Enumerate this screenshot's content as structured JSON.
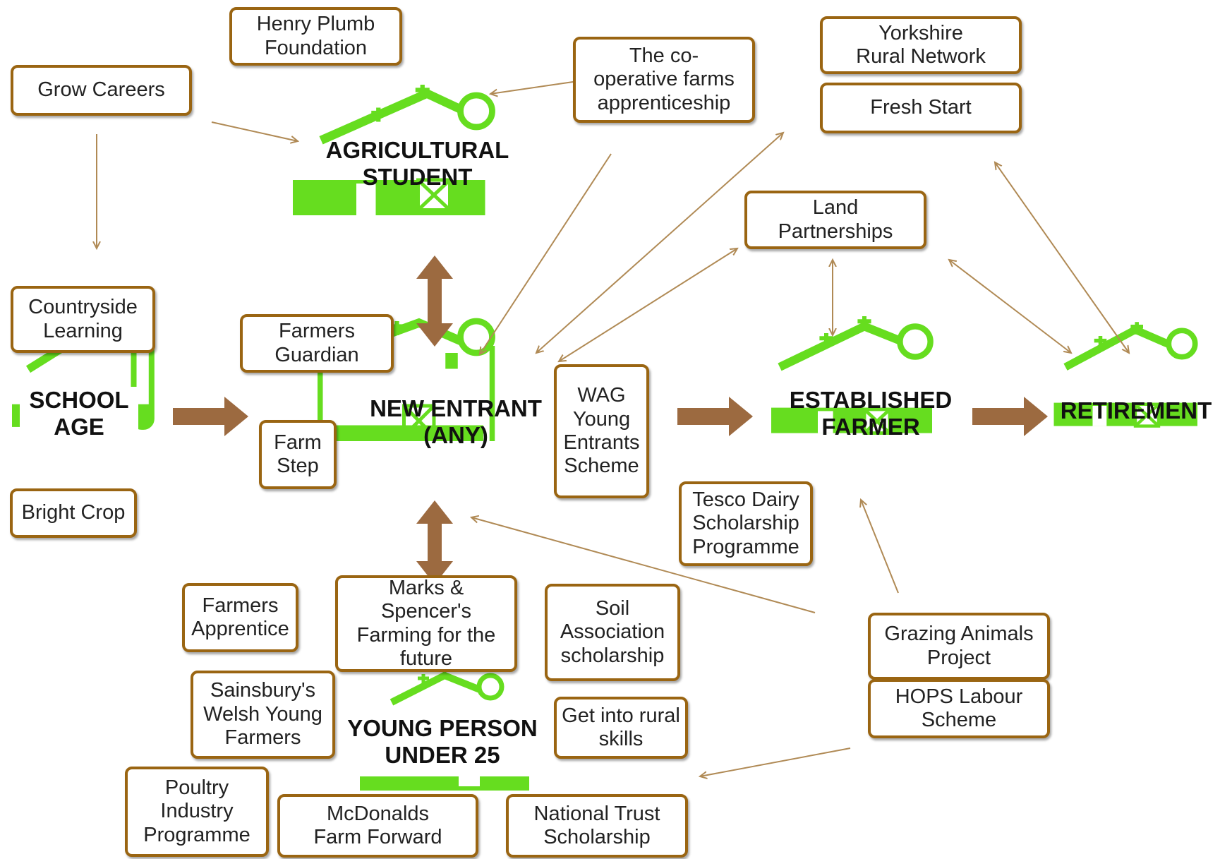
{
  "stages": {
    "school_age": "SCHOOL\nAGE",
    "agricultural_student": "AGRICULTURAL\nSTUDENT",
    "new_entrant": "NEW ENTRANT\n(ANY)",
    "established_farmer": "ESTABLISHED\nFARMER",
    "retirement": "RETIREMENT",
    "young_person": "YOUNG PERSON\nUNDER 25"
  },
  "schemes": {
    "henry_plumb": "Henry Plumb\nFoundation",
    "grow_careers": "Grow Careers",
    "coop_farms": "The co-\noperative farms\napprenticeship",
    "yorkshire_rural": "Yorkshire\nRural Network",
    "fresh_start": "Fresh Start",
    "land_partnerships": "Land\nPartnerships",
    "countryside_learning": "Countryside\nLearning",
    "farmers_guardian": "Farmers\nGuardian",
    "farm_step": "Farm\nStep",
    "wag": "WAG\nYoung\nEntrants\nScheme",
    "bright_crop": "Bright Crop",
    "tesco": "Tesco Dairy\nScholarship\nProgramme",
    "farmers_apprentice": "Farmers\nApprentice",
    "marks_spencer": "Marks & Spencer's\nFarming for the\nfuture",
    "soil_association": "Soil\nAssociation\nscholarship",
    "grazing_animals": "Grazing Animals\nProject",
    "hops": "HOPS Labour\nScheme",
    "sainsburys": "Sainsbury's\nWelsh Young\nFarmers",
    "get_into_rural": "Get into rural\nskills",
    "poultry": "Poultry\nIndustry\nProgramme",
    "mcdonalds": "McDonalds\nFarm Forward",
    "national_trust": "National Trust\nScholarship"
  },
  "colors": {
    "barn_green": "#66dd1f",
    "box_border": "#9a6512",
    "thick_arrow": "#9c6a40",
    "thin_arrow": "#b08a55",
    "text": "#111111"
  }
}
